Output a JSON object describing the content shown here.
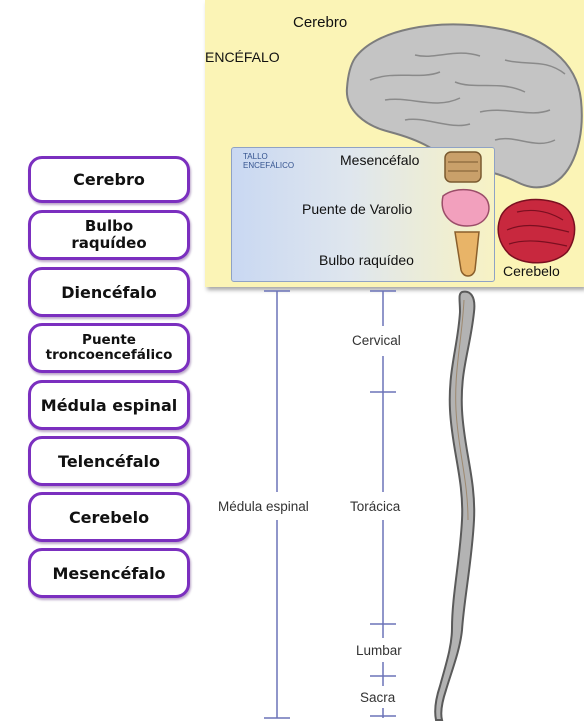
{
  "labels": [
    {
      "text": "Cerebro"
    },
    {
      "text": "Bulbo raquídeo"
    },
    {
      "text": "Diencéfalo"
    },
    {
      "text": "Puente troncoencefálico"
    },
    {
      "text": "Médula espinal"
    },
    {
      "text": "Telencéfalo"
    },
    {
      "text": "Cerebelo"
    },
    {
      "text": "Mesencéfalo"
    }
  ],
  "diagram": {
    "cerebro": "Cerebro",
    "encefalo": "ENCÉFALO",
    "tallo": "TALLO ENCEFÁLICO",
    "mesencefalo": "Mesencéfalo",
    "puente": "Puente de Varolio",
    "bulbo": "Bulbo raquídeo",
    "cerebelo": "Cerebelo"
  },
  "spine": {
    "medula": "Médula espinal",
    "cervical": "Cervical",
    "toracica": "Torácica",
    "lumbar": "Lumbar",
    "sacra": "Sacra"
  },
  "colors": {
    "pill_border": "#7b2fbf",
    "panel_background": "#fbf4b6",
    "brain": "#c2c2c2",
    "cerebelo": "#c8283e",
    "spine_lines": "#6b73b8"
  }
}
